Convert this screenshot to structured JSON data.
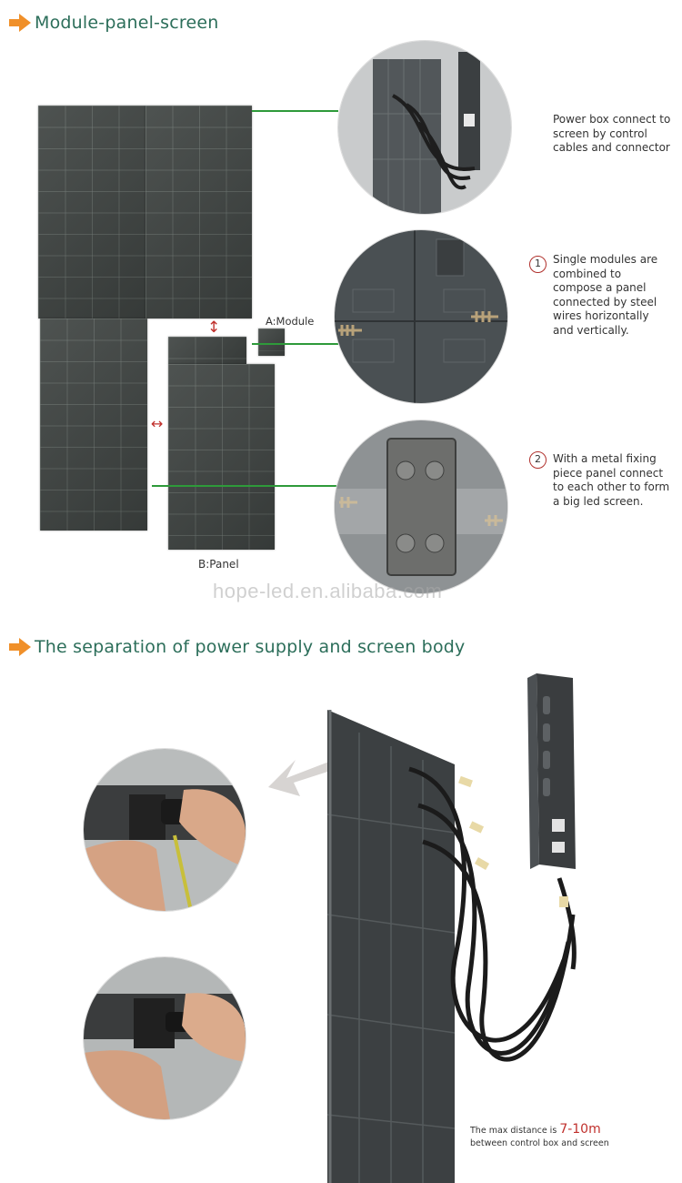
{
  "section1": {
    "title": "Module-panel-screen"
  },
  "section2": {
    "title": "The separation of power supply and screen body"
  },
  "labels": {
    "module": "A:Module",
    "panel": "B:Panel"
  },
  "watermark": "hope-led.en.alibaba.com",
  "descriptions": {
    "power_box": "Power box connect to screen by control cables and connector",
    "step1_number": "1",
    "step1": "Single modules are combined to compose a panel connected by steel wires horizontally and vertically.",
    "step2_number": "2",
    "step2": "With a metal fixing piece panel connect to each other to form a big led screen."
  },
  "distance_note": {
    "prefix": "The max distance is",
    "value": "7-10m",
    "suffix": "between control box and screen"
  },
  "colors": {
    "accent_orange": "#f0902a",
    "title_green": "#2c6e5a",
    "connector_green": "#2e9a3a",
    "arrow_red": "#c0302c",
    "led_panel": "#3f4442"
  },
  "icons": {
    "section_arrow": "arrow-right-icon",
    "resize_vertical": "double-arrow-vertical-icon",
    "resize_horizontal": "double-arrow-horizontal-icon"
  }
}
